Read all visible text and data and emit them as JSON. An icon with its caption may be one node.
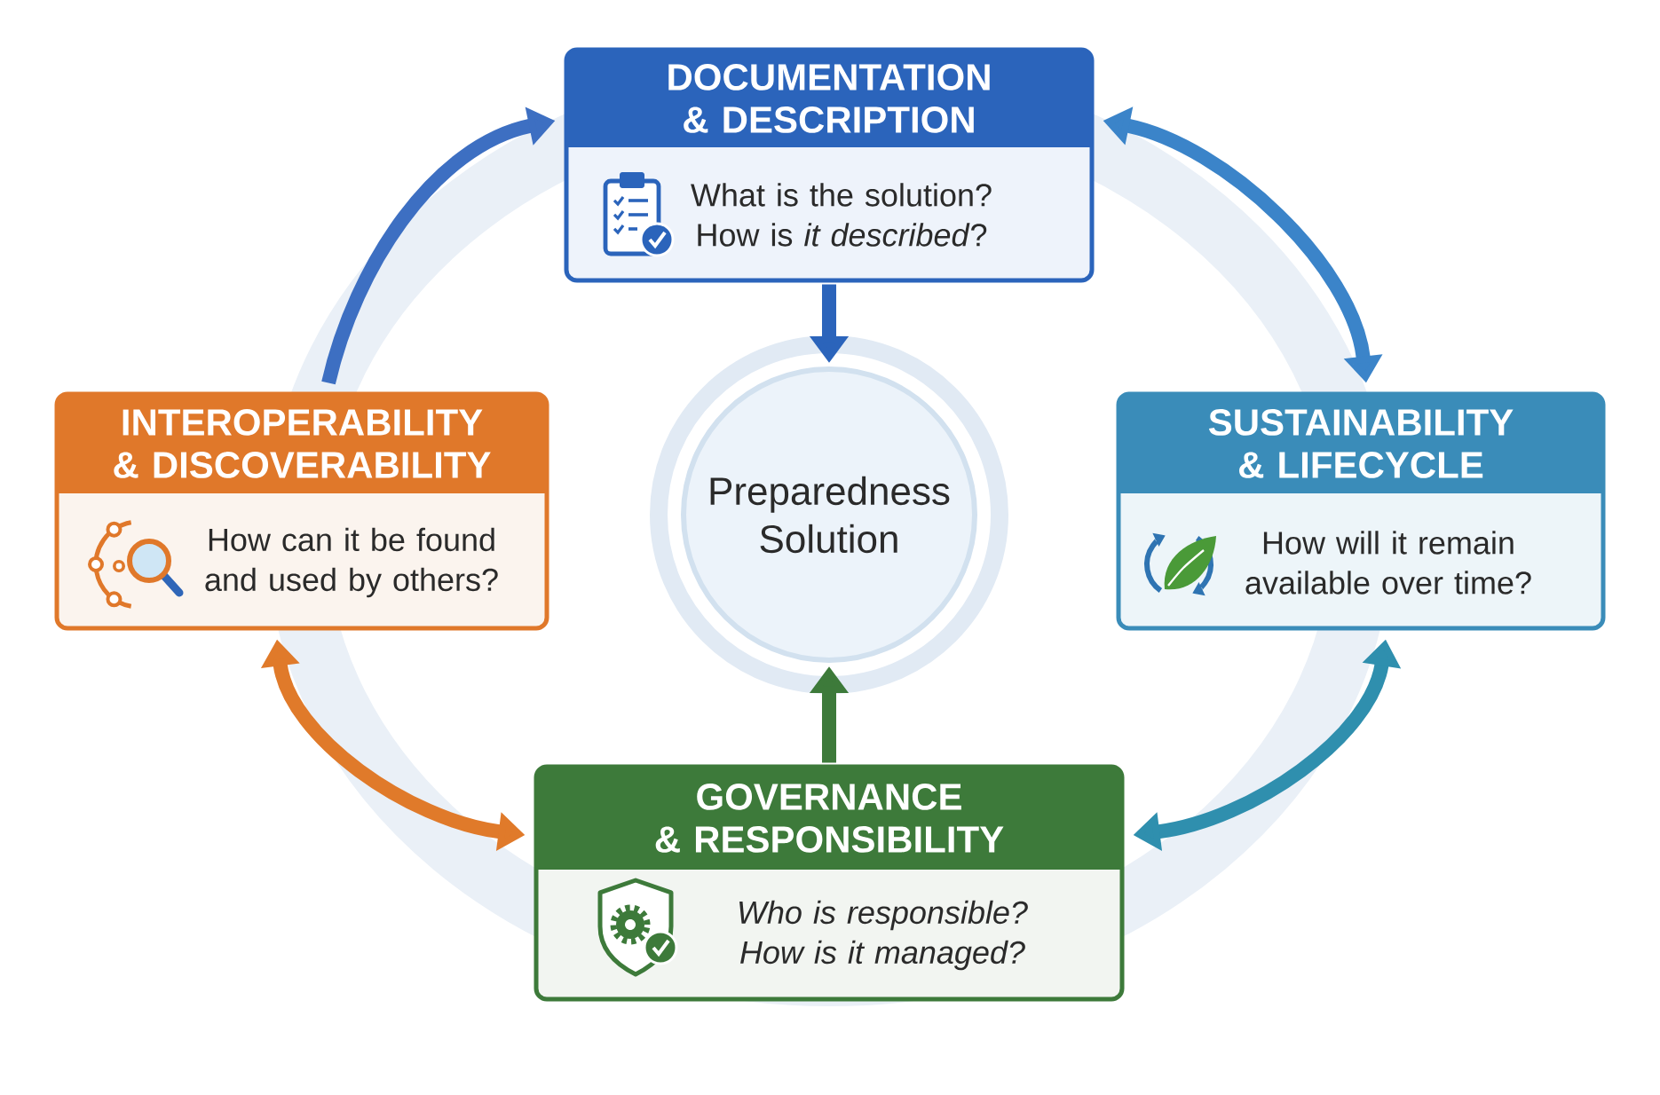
{
  "diagram": {
    "nodes": [
      {
        "text": [
          "DOCUMENTATION & DESCRIPTION",
          "What is the solution? How is *it described*?"
        ]
      },
      {
        "text": [
          "INTEROPERABILITY & DISCOVERABILITY",
          "How can it be found and used by others?"
        ]
      },
      {
        "text": [
          "Preparedness Solution"
        ]
      },
      {
        "text": [
          "SUSTAINABILITY & LIFECYCLE",
          "How will it remain available over time?"
        ]
      },
      {
        "text": [
          "GOVERNANCE & RESPONSIBILITY",
          "Who is responsible? How is it managed?"
        ]
      }
    ],
    "edges": [
      {
        "from": 0,
        "to": 3,
        "arrow": "both",
        "color": "#3b84c9"
      },
      {
        "from": 3,
        "to": 4,
        "arrow": "both",
        "color": "#2f8fae"
      },
      {
        "from": 1,
        "to": 4,
        "arrow": "both",
        "color": "#e07a2a"
      },
      {
        "from": 1,
        "to": 0,
        "arrow": "to",
        "color": "#3d6fc2"
      },
      {
        "from": 0,
        "to": 2,
        "arrow": "to",
        "color": "#2b64bb"
      },
      {
        "from": 4,
        "to": 2,
        "arrow": "to",
        "color": "#3d7a3a"
      }
    ]
  }
}
